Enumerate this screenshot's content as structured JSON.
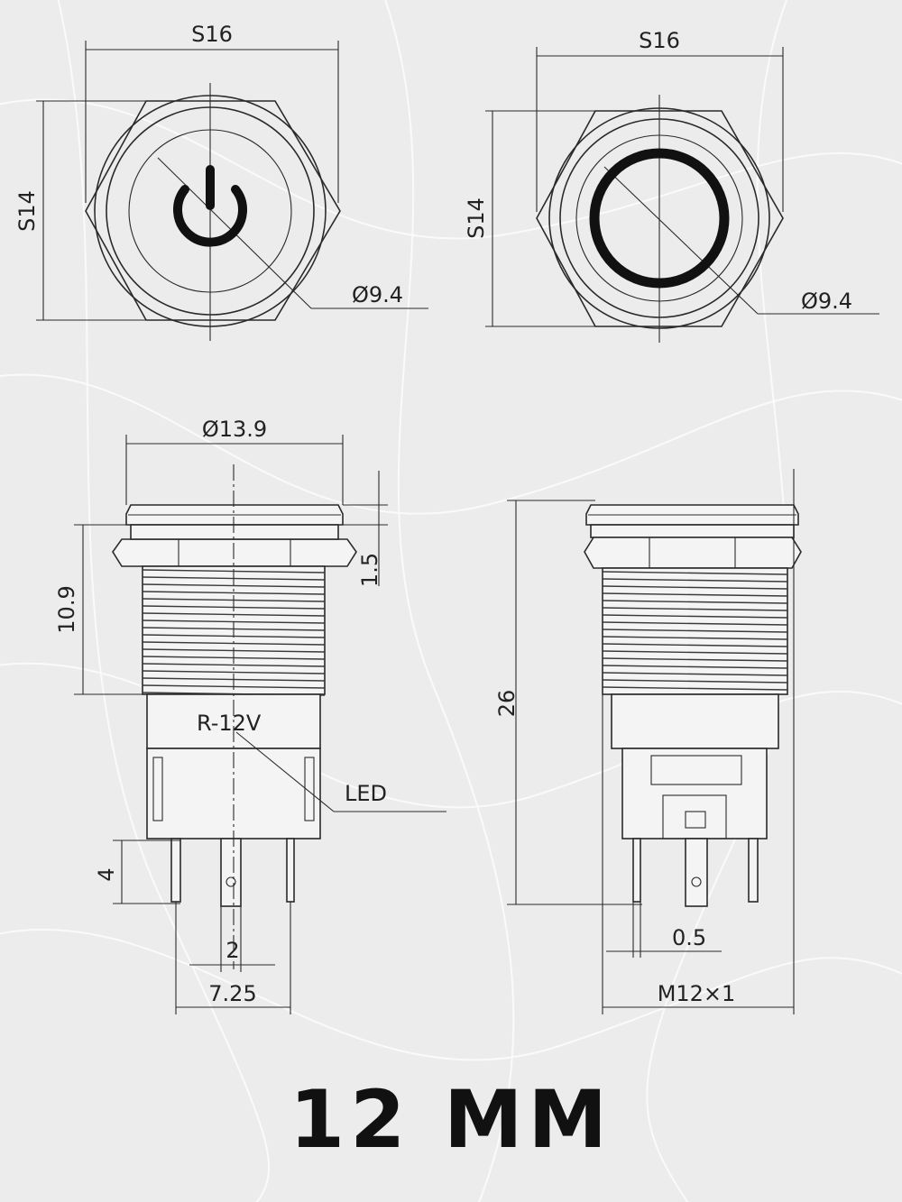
{
  "top_left_view": {
    "width_label": "S16",
    "height_label": "S14",
    "diameter_label": "Ø9.4",
    "symbol": "power-icon"
  },
  "top_right_view": {
    "width_label": "S16",
    "height_label": "S14",
    "diameter_label": "Ø9.4",
    "symbol": "ring-icon"
  },
  "side_left_view": {
    "head_diameter_label": "Ø13.9",
    "thread_length_label": "10.9",
    "bezel_label": "1.5",
    "pin_length_label": "4",
    "pin_gap_label": "2",
    "pin_span_label": "7.25",
    "led_voltage_label": "R-12V",
    "led_label": "LED"
  },
  "side_right_view": {
    "total_length_label": "26",
    "pin_thickness_label": "0.5",
    "thread_label": "M12×1"
  },
  "footer": {
    "size_label": "12 MM"
  },
  "colors": {
    "line": "#2a2a2a",
    "background": "#ececec",
    "text": "#111111"
  }
}
